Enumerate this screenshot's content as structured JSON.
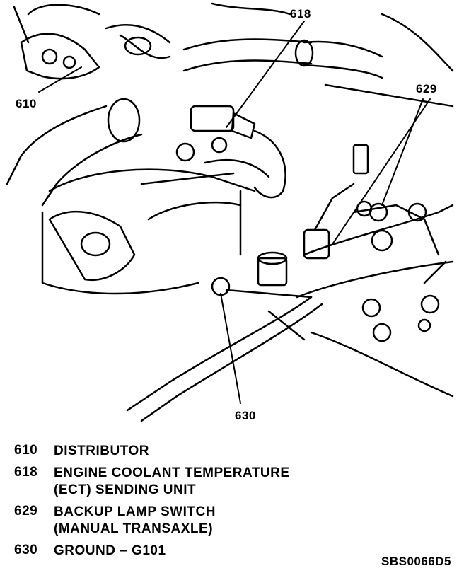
{
  "callouts": {
    "c610": "610",
    "c618": "618",
    "c629": "629",
    "c630": "630"
  },
  "legend": [
    {
      "num": "610",
      "lines": [
        "DISTRIBUTOR"
      ]
    },
    {
      "num": "618",
      "lines": [
        "ENGINE COOLANT TEMPERATURE",
        "(ECT) SENDING UNIT"
      ]
    },
    {
      "num": "629",
      "lines": [
        "BACKUP LAMP SWITCH",
        "(MANUAL TRANSAXLE)"
      ]
    },
    {
      "num": "630",
      "lines": [
        "GROUND – G101"
      ]
    }
  ],
  "figure_id": "SBS0066D5"
}
